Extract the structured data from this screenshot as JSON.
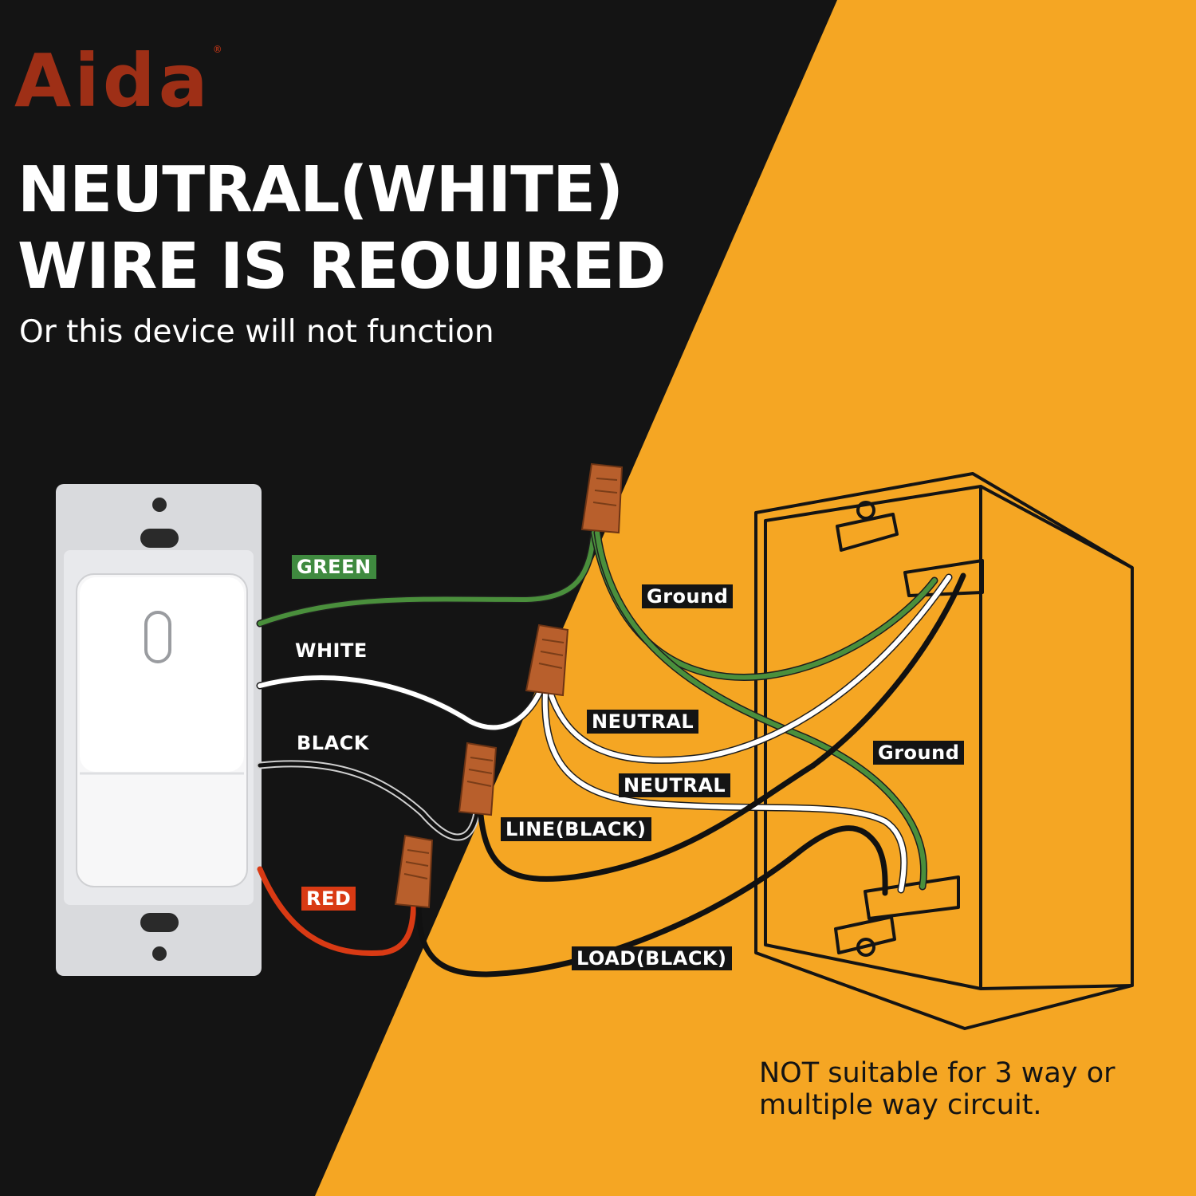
{
  "brand": {
    "logo_text": "Aida",
    "registered_mark": "®"
  },
  "headline": {
    "line1": "NEUTRAL(WHITE)",
    "line2": "WIRE IS REOUIRED"
  },
  "subheadline": "Or this device will not function",
  "note": {
    "line1": "NOT suitable for 3 way or",
    "line2": "multiple way circuit."
  },
  "labels": {
    "green": "GREEN",
    "white": "WHITE",
    "black": "BLACK",
    "red": "RED",
    "ground_1": "Ground",
    "ground_2": "Ground",
    "neutral_1": "NEUTRAL",
    "neutral_2": "NEUTRAL",
    "line": "LINE(BLACK)",
    "load": "LOAD(BLACK)"
  },
  "colors": {
    "background_dark": "#141414",
    "background_orange": "#f5a623",
    "brand_red": "#9e2f16",
    "wire_green": "#4a8f3c",
    "wire_white": "#ffffff",
    "wire_black": "#111111",
    "wire_red": "#d93a14",
    "wire_nut": "#b85f2c"
  }
}
